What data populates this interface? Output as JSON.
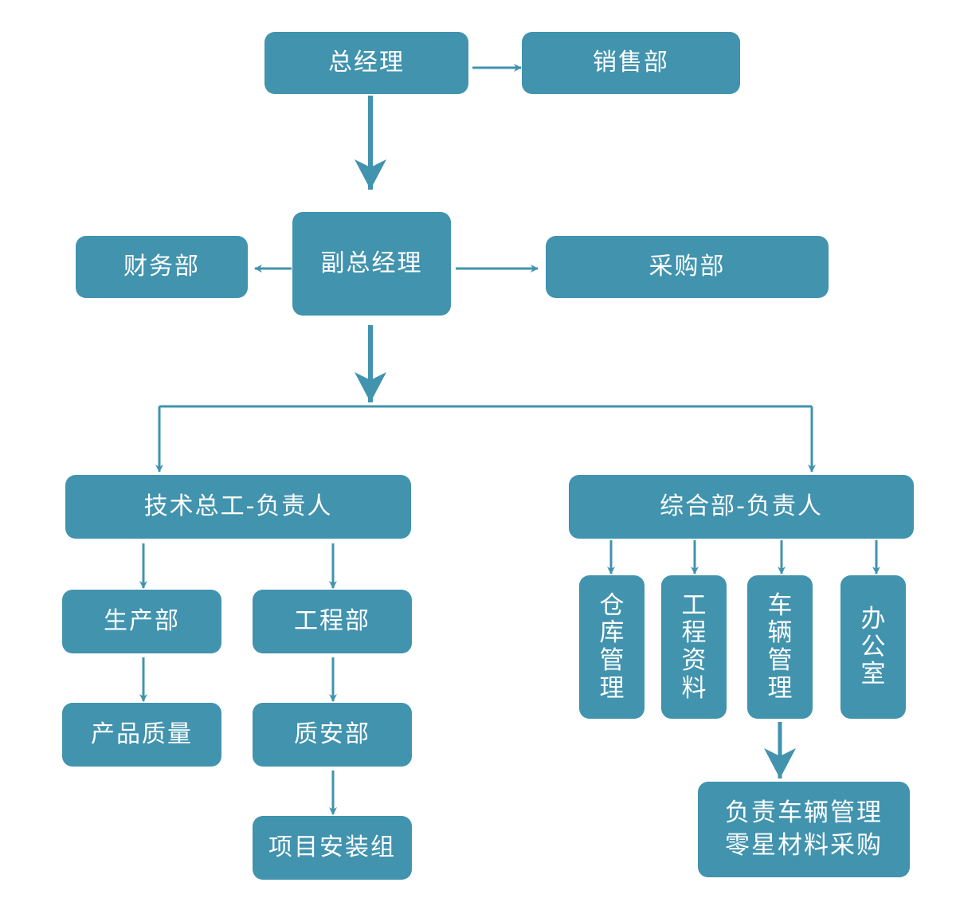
{
  "colors": {
    "box_fill": "#4193ae",
    "line": "#4193ae",
    "text": "#ffffff"
  },
  "nodes": {
    "general_manager": "总经理",
    "sales": "销售部",
    "deputy_general_manager": "副总经理",
    "finance": "财务部",
    "procurement": "采购部",
    "chief_engineer": "技术总工-负责人",
    "admin_dept": "综合部-负责人",
    "production": "生产部",
    "engineering": "工程部",
    "product_quality": "产品质量",
    "quality_safety": "质安部",
    "project_install_team": "项目安装组",
    "warehouse_mgmt": "仓库管理",
    "engineering_docs": "工程资料",
    "vehicle_mgmt": "车辆管理",
    "office": "办公室",
    "vehicle_duty_line1": "负责车辆管理",
    "vehicle_duty_line2": "零星材料采购"
  }
}
